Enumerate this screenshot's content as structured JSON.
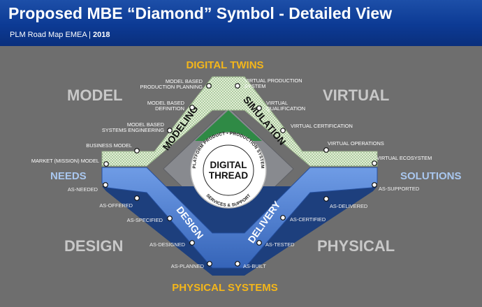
{
  "header": {
    "title": "Proposed MBE “Diamond” Symbol - Detailed View",
    "subtitle_left": "PLM Road Map EMEA | ",
    "subtitle_year": "2018"
  },
  "quadrants": {
    "model": "MODEL",
    "virtual": "VIRTUAL",
    "design": "DESIGN",
    "physical": "PHYSICAL"
  },
  "poles": {
    "top": "DIGITAL TWINS",
    "bottom": "PHYSICAL SYSTEMS",
    "left": "NEEDS",
    "right": "SOLUTIONS"
  },
  "bands": {
    "modeling": "MODELING",
    "simulation": "SIMULATION",
    "design": "DESIGN",
    "delivery": "DELIVERY"
  },
  "center": {
    "line1": "DIGITAL",
    "line2": "THREAD",
    "ring_top": "PLATFORM PRODUCT • PRODUCTION SYSTEM",
    "ring_bottom": "SERVICES & SUPPORT"
  },
  "top_left_labels": [
    "MARKET (MISSION) MODEL",
    "BUSINESS MODEL",
    [
      "MODEL BASED",
      "SYSTEMS ENGINEERING"
    ],
    [
      "MODEL BASED",
      "DEFINITION"
    ],
    [
      "MODEL BASED",
      "PRODUCTION PLANNING"
    ]
  ],
  "top_right_labels": [
    [
      "VIRTUAL PRODUCTION",
      "SYSTEM"
    ],
    [
      "VIRTUAL",
      "QUALIFICATION"
    ],
    "VIRTUAL CERTIFICATION",
    "VIRTUAL OPERATIONS",
    "VIRTUAL ECOSYSTEM"
  ],
  "bottom_left_labels": [
    "AS-NEEDED",
    "AS-OFFERED",
    "AS-SPECIFIED",
    "AS-DESIGNED",
    "AS-PLANNED"
  ],
  "bottom_right_labels": [
    "AS-BUILT",
    "AS-TESTED",
    "AS-CERTIFIED",
    "AS-DELIVERED",
    "AS-SUPPORTED"
  ],
  "colors": {
    "green": "#dfead0",
    "green_dots": "#4f9a4c",
    "blue": "#4a7fd6",
    "gold": "#f4b61a",
    "header": "#0c3a94"
  }
}
